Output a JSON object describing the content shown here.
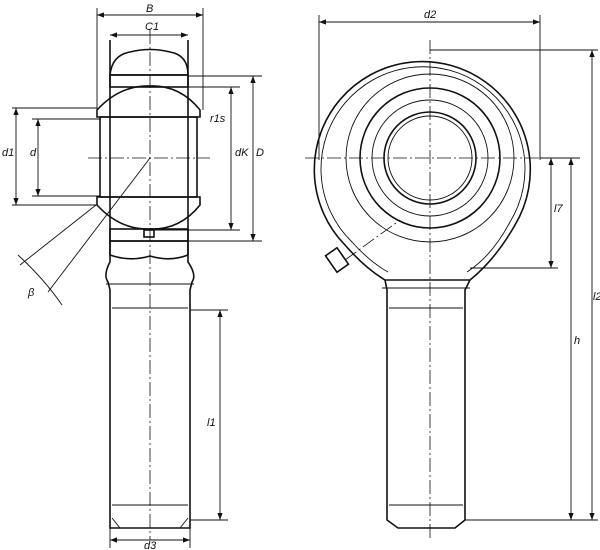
{
  "title": "Rod end with spherical plain bearing - dimension drawing",
  "labels": {
    "B": "B",
    "C1": "C1",
    "r1s": "r1s",
    "dK": "dK",
    "D": "D",
    "d1": "d1",
    "d": "d",
    "beta": "β",
    "l1": "l1",
    "d3": "d3",
    "d2": "d2",
    "l7": "l7",
    "h": "h",
    "l2": "l2"
  }
}
